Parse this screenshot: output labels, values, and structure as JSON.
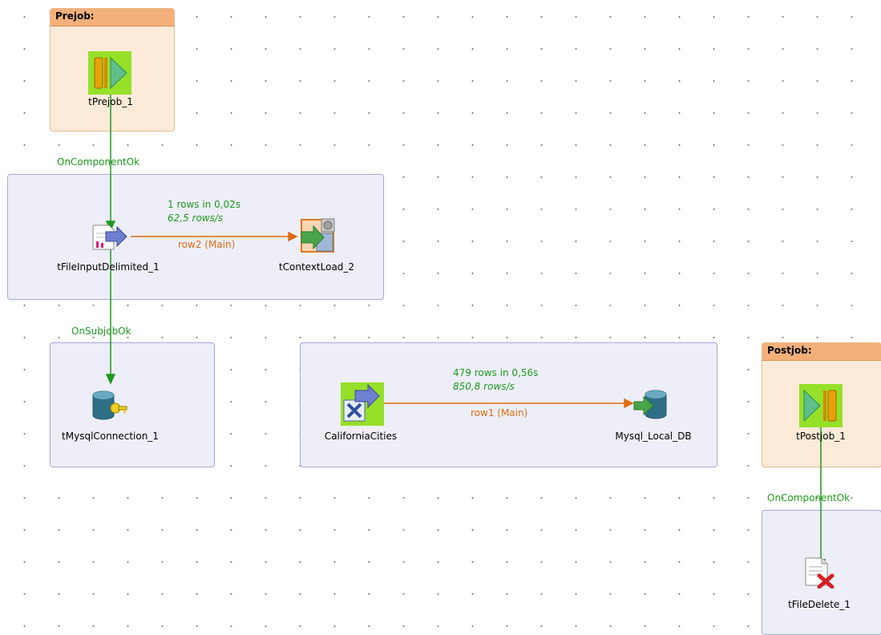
{
  "prejob": {
    "title": "Prejob:"
  },
  "postjob": {
    "title": "Postjob:"
  },
  "components": {
    "tprejob": "tPrejob_1",
    "tfileinput": "tFileInputDelimited_1",
    "tcontextload": "tContextLoad_2",
    "tmysqlconnection": "tMysqlConnection_1",
    "californiacities": "CaliforniaCities",
    "mysql_local_db": "Mysql_Local_DB",
    "tpostjob": "tPostjob_1",
    "tfiledelete": "tFileDelete_1"
  },
  "triggers": {
    "prejob_to_input": "OnComponentOk",
    "input_to_mysql": "OnSubjobOk",
    "postjob_to_delete": "OnComponentOk"
  },
  "flows": {
    "row2": {
      "label": "row2 (Main)",
      "stats": "1 rows in 0,02s",
      "rate": "62,5 rows/s"
    },
    "row1": {
      "label": "row1 (Main)",
      "stats": "479 rows in 0,56s",
      "rate": "850,8 rows/s"
    }
  },
  "colors": {
    "trigger_link": "#1e9a1e",
    "main_flow": "#e06a10",
    "subjob_bg": "#eeeef8",
    "prejob_bg": "#fcebd9"
  }
}
